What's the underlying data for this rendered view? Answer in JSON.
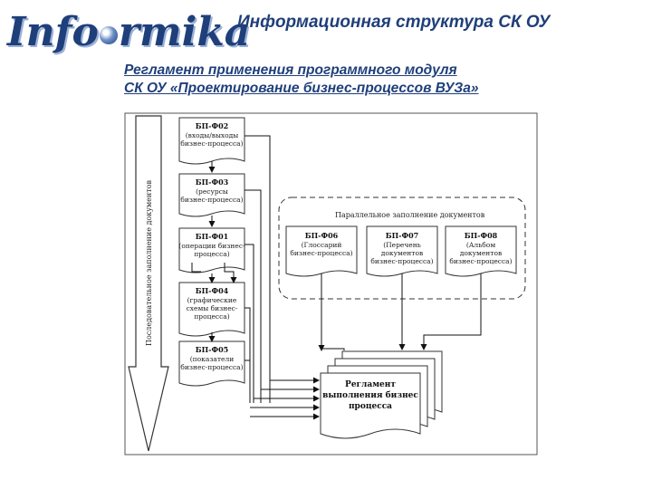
{
  "logo": {
    "text_before": "Info",
    "text_after": "rmika"
  },
  "header": {
    "title": "Информационная структура СК ОУ",
    "subtitle_line1": "Регламент применения программного модуля",
    "subtitle_line2": "СК ОУ «Проектирование бизнес-процессов ВУЗа»"
  },
  "diagram": {
    "sequential_label": "Последовательное заполнение документов",
    "parallel_label": "Параллельное заполнение документов",
    "left_docs": [
      {
        "code": "БП-Ф02",
        "line1": "(входы/выходы",
        "line2": "бизнес-процесса)",
        "line3": ""
      },
      {
        "code": "БП-Ф03",
        "line1": "(ресурсы",
        "line2": "бизнес-процесса)",
        "line3": ""
      },
      {
        "code": "БП-Ф01",
        "line1": "(операции бизнес-",
        "line2": "процесса)",
        "line3": ""
      },
      {
        "code": "БП-Ф04",
        "line1": "(графические",
        "line2": "схемы бизнес-",
        "line3": "процесса)"
      },
      {
        "code": "БП-Ф05",
        "line1": "(показатели",
        "line2": "бизнес-процесса)",
        "line3": ""
      }
    ],
    "parallel_docs": [
      {
        "code": "БП-Ф06",
        "line1": "(Глоссарий",
        "line2": "бизнес-процесса)",
        "line3": ""
      },
      {
        "code": "БП-Ф07",
        "line1": "(Перечень",
        "line2": "документов",
        "line3": "бизнес-процесса)"
      },
      {
        "code": "БП-Ф08",
        "line1": "(Альбом",
        "line2": "документов",
        "line3": "бизнес-процесса)"
      }
    ],
    "result": {
      "line1": "Регламент",
      "line2": "выполнения бизнес",
      "line3": "процесса"
    }
  }
}
